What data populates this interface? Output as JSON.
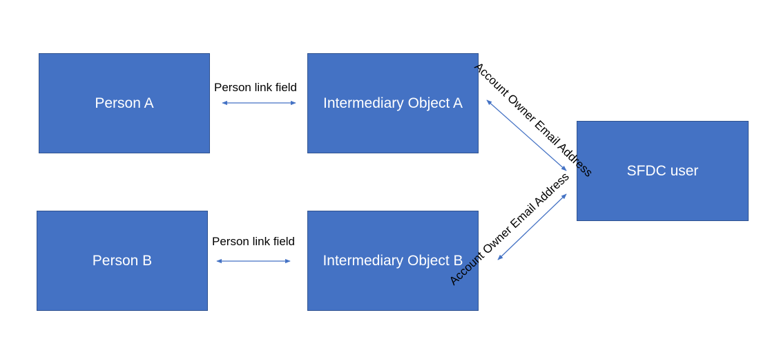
{
  "nodes": {
    "person_a": "Person A",
    "person_b": "Person B",
    "intermediary_a": "Intermediary Object A",
    "intermediary_b": "Intermediary Object B",
    "sfdc_user": "SFDC user"
  },
  "edges": {
    "person_a_to_intermediary_a": "Person link field",
    "person_b_to_intermediary_b": "Person link field",
    "intermediary_a_to_sfdc": "Account Owner Email Address",
    "intermediary_b_to_sfdc": "Account Owner Email Address"
  },
  "colors": {
    "box_fill": "#4472c4",
    "box_border": "#2f528f",
    "connector": "#4472c4"
  }
}
